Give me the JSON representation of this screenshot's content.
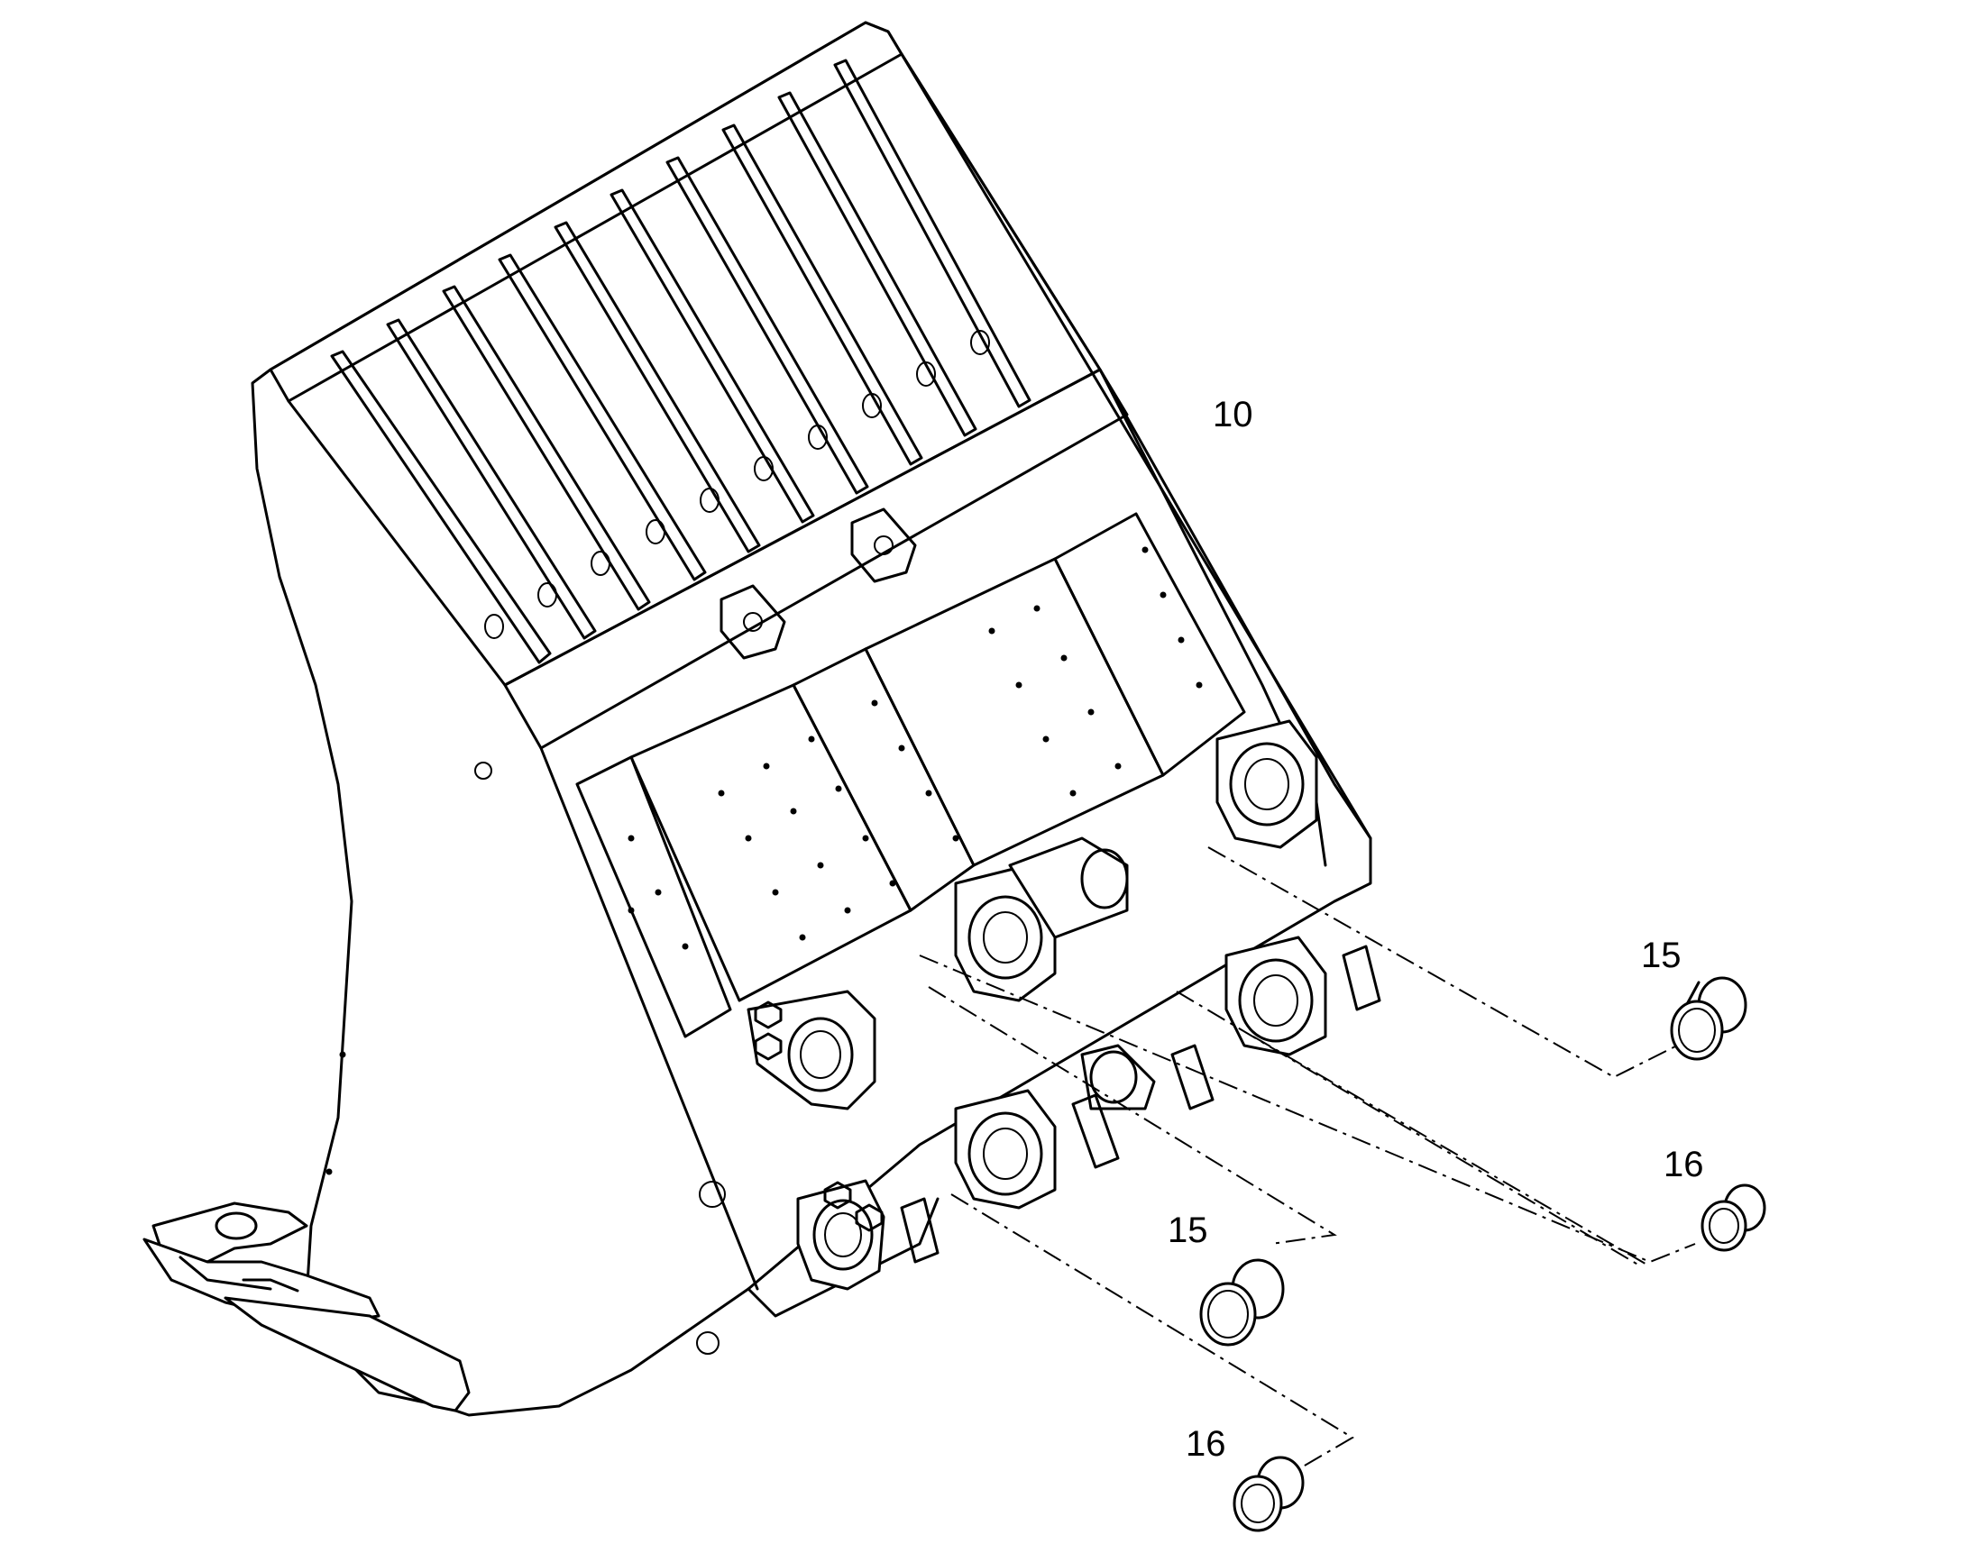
{
  "diagram": {
    "type": "exploded parts view",
    "parts": [
      {
        "id": "part-10",
        "label": "10"
      },
      {
        "id": "part-15-upper",
        "label": "15"
      },
      {
        "id": "part-16-upper",
        "label": "16"
      },
      {
        "id": "part-15-lower",
        "label": "15"
      },
      {
        "id": "part-16-lower",
        "label": "16"
      }
    ]
  }
}
